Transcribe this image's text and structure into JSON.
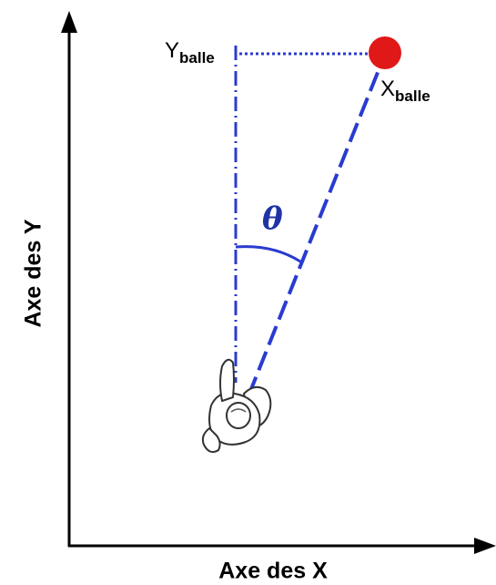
{
  "axes": {
    "y_label": "Axe des Y",
    "x_label": "Axe des X"
  },
  "labels": {
    "y_ball_main": "Y",
    "y_ball_sub": "balle",
    "x_ball_main": "X",
    "x_ball_sub": "balle",
    "angle": "θ"
  },
  "colors": {
    "line": "#2a3bd0",
    "ball": "#e01818",
    "axis": "#000000"
  },
  "icons": {
    "person": "person-topdown-icon",
    "ball": "ball-icon"
  }
}
